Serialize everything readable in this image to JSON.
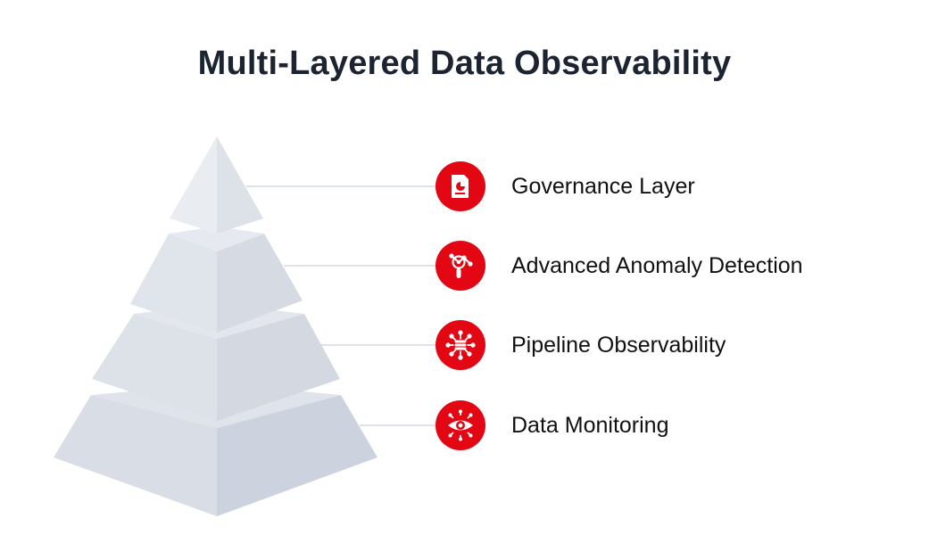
{
  "title": "Multi-Layered Data Observability",
  "colors": {
    "accent": "#e30613",
    "title": "#1b2430",
    "text": "#111111",
    "pyramid_light": "#e6e9ef",
    "pyramid_dark": "#cdd3de",
    "connector": "#dde1e8"
  },
  "layers": [
    {
      "label": "Governance Layer",
      "icon": "document-chart-icon"
    },
    {
      "label": "Advanced Anomaly Detection",
      "icon": "anomaly-network-magnifier-icon"
    },
    {
      "label": "Pipeline Observability",
      "icon": "database-hub-icon"
    },
    {
      "label": "Data Monitoring",
      "icon": "eye-monitoring-icon"
    }
  ]
}
